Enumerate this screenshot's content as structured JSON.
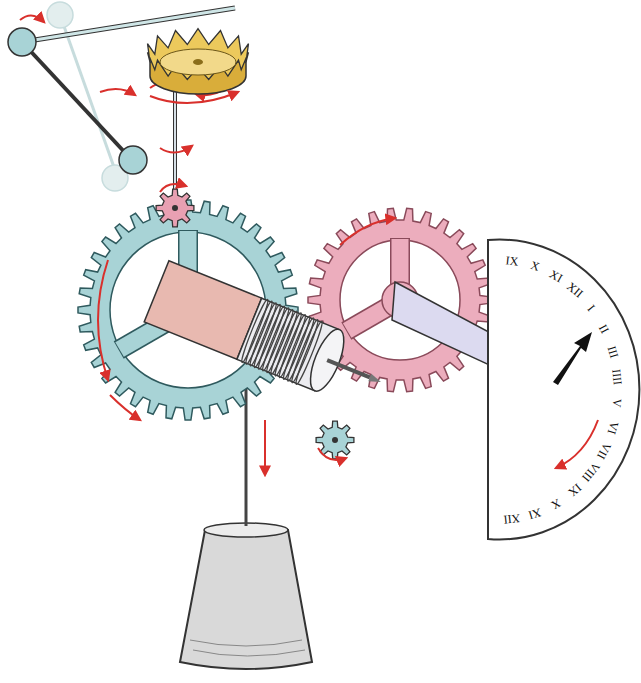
{
  "diagram": {
    "labels": [
      "IX",
      "X",
      "XI",
      "XII",
      "I",
      "II",
      "III",
      "IIII",
      "V",
      "VI",
      "VII",
      "VIII",
      "IX",
      "X",
      "XI",
      "XII"
    ]
  }
}
